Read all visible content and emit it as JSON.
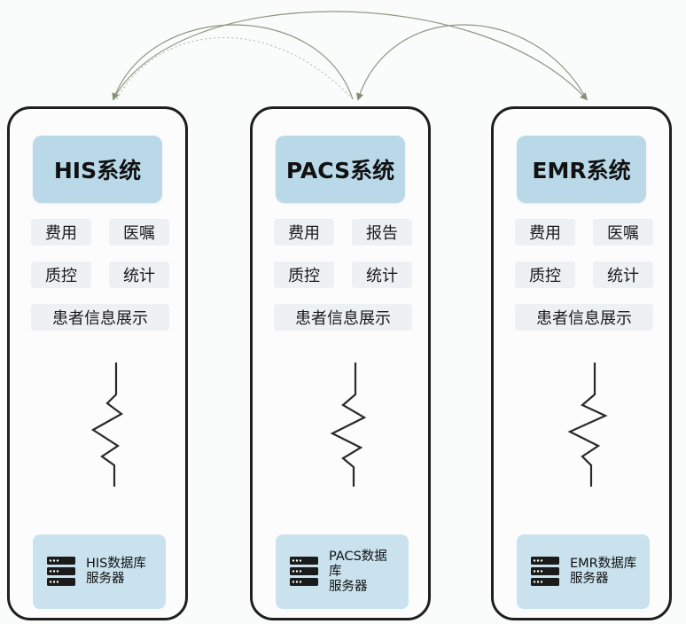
{
  "panels": [
    {
      "title": "HIS系统",
      "chips": [
        "费用",
        "医嘱",
        "质控",
        "统计"
      ],
      "wide": "患者信息展示",
      "db_label": "HIS数据库\n服务器"
    },
    {
      "title": "PACS系统",
      "chips": [
        "费用",
        "报告",
        "质控",
        "统计"
      ],
      "wide": "患者信息展示",
      "db_label": "PACS数据\n库\n服务器"
    },
    {
      "title": "EMR系统",
      "chips": [
        "费用",
        "医嘱",
        "质控",
        "统计"
      ],
      "wide": "患者信息展示",
      "db_label": "EMR数据库\n服务器"
    }
  ],
  "icons": {
    "connection": "curved-arrow-icon",
    "link": "spring-connector-icon",
    "database": "server-stack-icon"
  },
  "colors": {
    "title_box": "#b9d9e8",
    "chip": "#eef1f3",
    "db_box": "#c9e2ee",
    "arrow": "#8a9a82",
    "border": "#1f1f1f"
  }
}
